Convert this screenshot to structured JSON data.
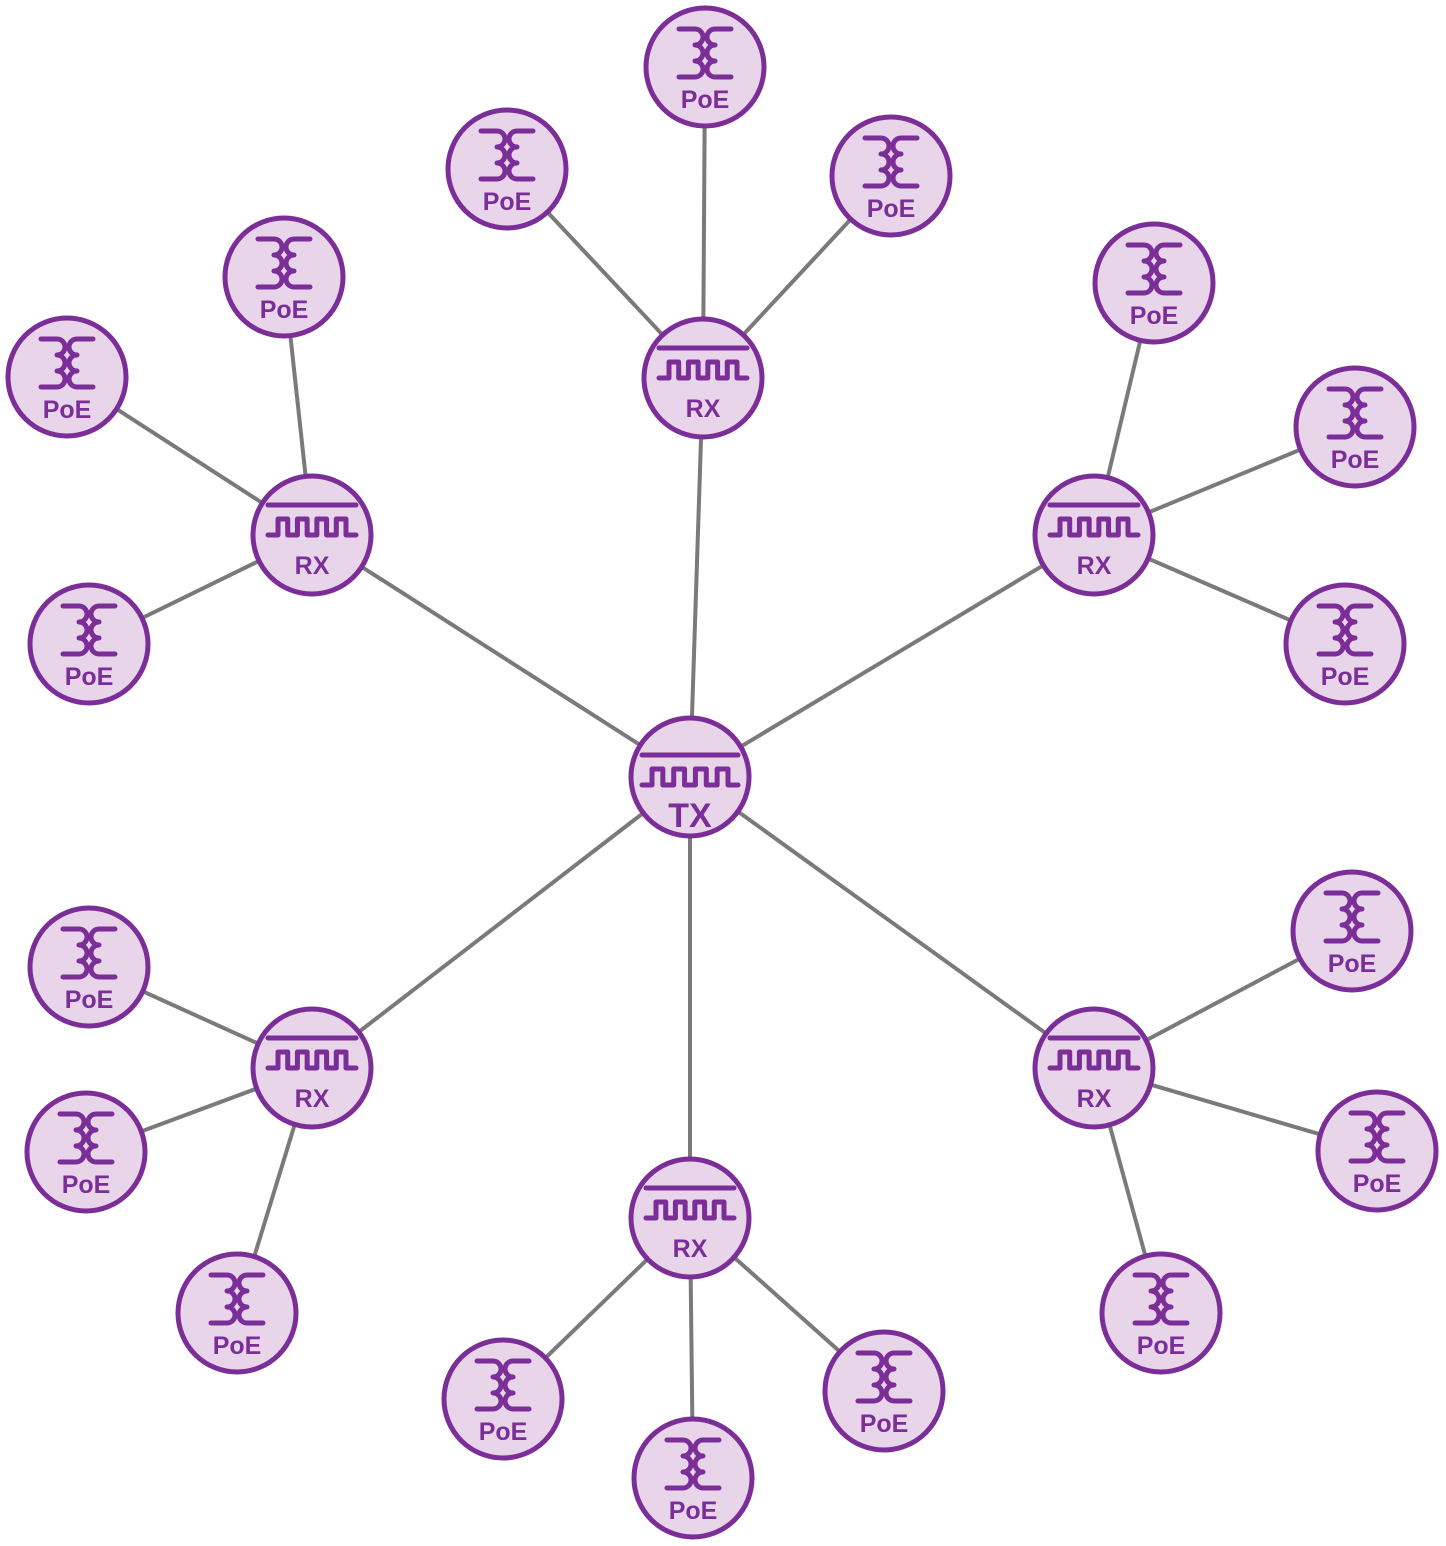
{
  "colors": {
    "node_fill": "#e8d5ea",
    "node_stroke": "#7b2d98",
    "edge": "#7a7a7a"
  },
  "center": {
    "id": "tx",
    "label": "TX",
    "icon": "square-wave-icon"
  },
  "receivers": [
    {
      "id": "rx-top",
      "label": "RX",
      "icon": "square-wave-icon",
      "children": [
        {
          "label": "PoE",
          "icon": "transformer-coil-icon"
        },
        {
          "label": "PoE",
          "icon": "transformer-coil-icon"
        },
        {
          "label": "PoE",
          "icon": "transformer-coil-icon"
        }
      ]
    },
    {
      "id": "rx-upper-right",
      "label": "RX",
      "icon": "square-wave-icon",
      "children": [
        {
          "label": "PoE",
          "icon": "transformer-coil-icon"
        },
        {
          "label": "PoE",
          "icon": "transformer-coil-icon"
        },
        {
          "label": "PoE",
          "icon": "transformer-coil-icon"
        }
      ]
    },
    {
      "id": "rx-lower-right",
      "label": "RX",
      "icon": "square-wave-icon",
      "children": [
        {
          "label": "PoE",
          "icon": "transformer-coil-icon"
        },
        {
          "label": "PoE",
          "icon": "transformer-coil-icon"
        },
        {
          "label": "PoE",
          "icon": "transformer-coil-icon"
        }
      ]
    },
    {
      "id": "rx-bottom",
      "label": "RX",
      "icon": "square-wave-icon",
      "children": [
        {
          "label": "PoE",
          "icon": "transformer-coil-icon"
        },
        {
          "label": "PoE",
          "icon": "transformer-coil-icon"
        },
        {
          "label": "PoE",
          "icon": "transformer-coil-icon"
        }
      ]
    },
    {
      "id": "rx-lower-left",
      "label": "RX",
      "icon": "square-wave-icon",
      "children": [
        {
          "label": "PoE",
          "icon": "transformer-coil-icon"
        },
        {
          "label": "PoE",
          "icon": "transformer-coil-icon"
        },
        {
          "label": "PoE",
          "icon": "transformer-coil-icon"
        }
      ]
    },
    {
      "id": "rx-upper-left",
      "label": "RX",
      "icon": "square-wave-icon",
      "children": [
        {
          "label": "PoE",
          "icon": "transformer-coil-icon"
        },
        {
          "label": "PoE",
          "icon": "transformer-coil-icon"
        },
        {
          "label": "PoE",
          "icon": "transformer-coil-icon"
        }
      ]
    }
  ]
}
